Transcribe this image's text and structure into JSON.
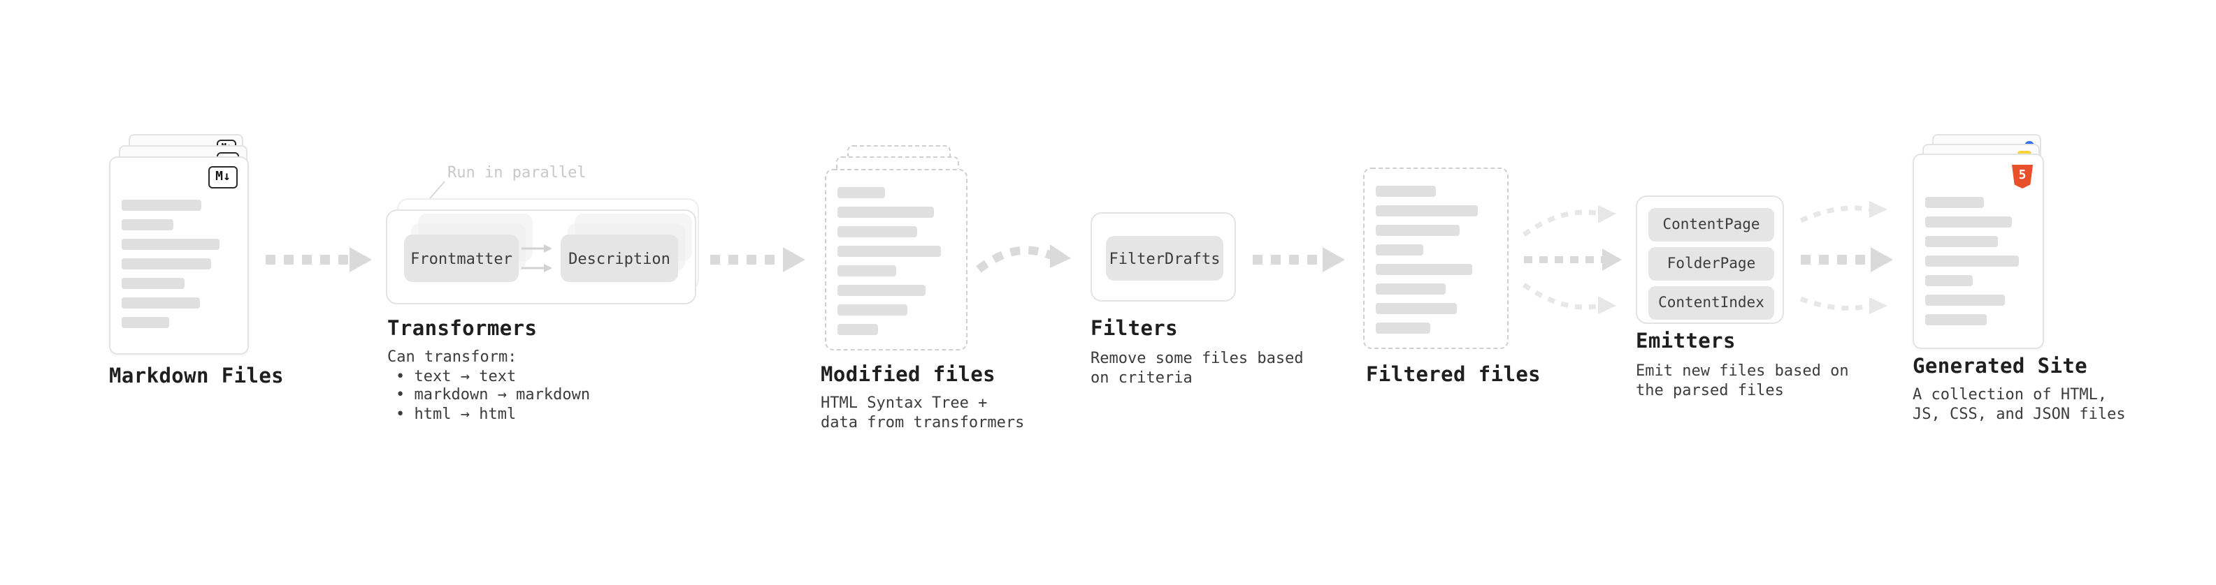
{
  "diagram": {
    "nodes": {
      "markdown_files": {
        "title": "Markdown Files",
        "badge": "M↓"
      },
      "transformers": {
        "title": "Transformers",
        "annotation": "Run in parallel",
        "chips": [
          "Frontmatter",
          "Description"
        ],
        "caption_lines": [
          "Can transform:",
          "• text → text",
          "• markdown → markdown",
          "• html → html"
        ]
      },
      "modified_files": {
        "title": "Modified files",
        "caption_lines": [
          "HTML Syntax Tree +",
          "data from transformers"
        ]
      },
      "filters": {
        "title": "Filters",
        "chips": [
          "FilterDrafts"
        ],
        "caption_lines": [
          "Remove some files based",
          "on criteria"
        ]
      },
      "filtered_files": {
        "title": "Filtered files"
      },
      "emitters": {
        "title": "Emitters",
        "chips": [
          "ContentPage",
          "FolderPage",
          "ContentIndex"
        ],
        "caption_lines": [
          "Emit new files based on",
          "the parsed files"
        ]
      },
      "generated_site": {
        "title": "Generated Site",
        "badge": "5",
        "caption_lines": [
          "A collection of HTML,",
          "JS, CSS, and JSON files"
        ]
      }
    },
    "colors": {
      "arrow": "#dadada",
      "arrow_light": "#e7e7e7",
      "card_border": "#e3e3e3",
      "dashed_border": "#cfcfcf",
      "bar": "#dfdfdf",
      "chip_bg": "#e5e5e5",
      "chip_text": "#3c3c3c",
      "title_text": "#1f1f1f",
      "caption_text": "#3c3c3c",
      "muted_text": "#c8c8c8",
      "html5_orange": "#e8502b",
      "js_yellow": "#f5d43b",
      "css_blue": "#3b6ef5"
    }
  }
}
